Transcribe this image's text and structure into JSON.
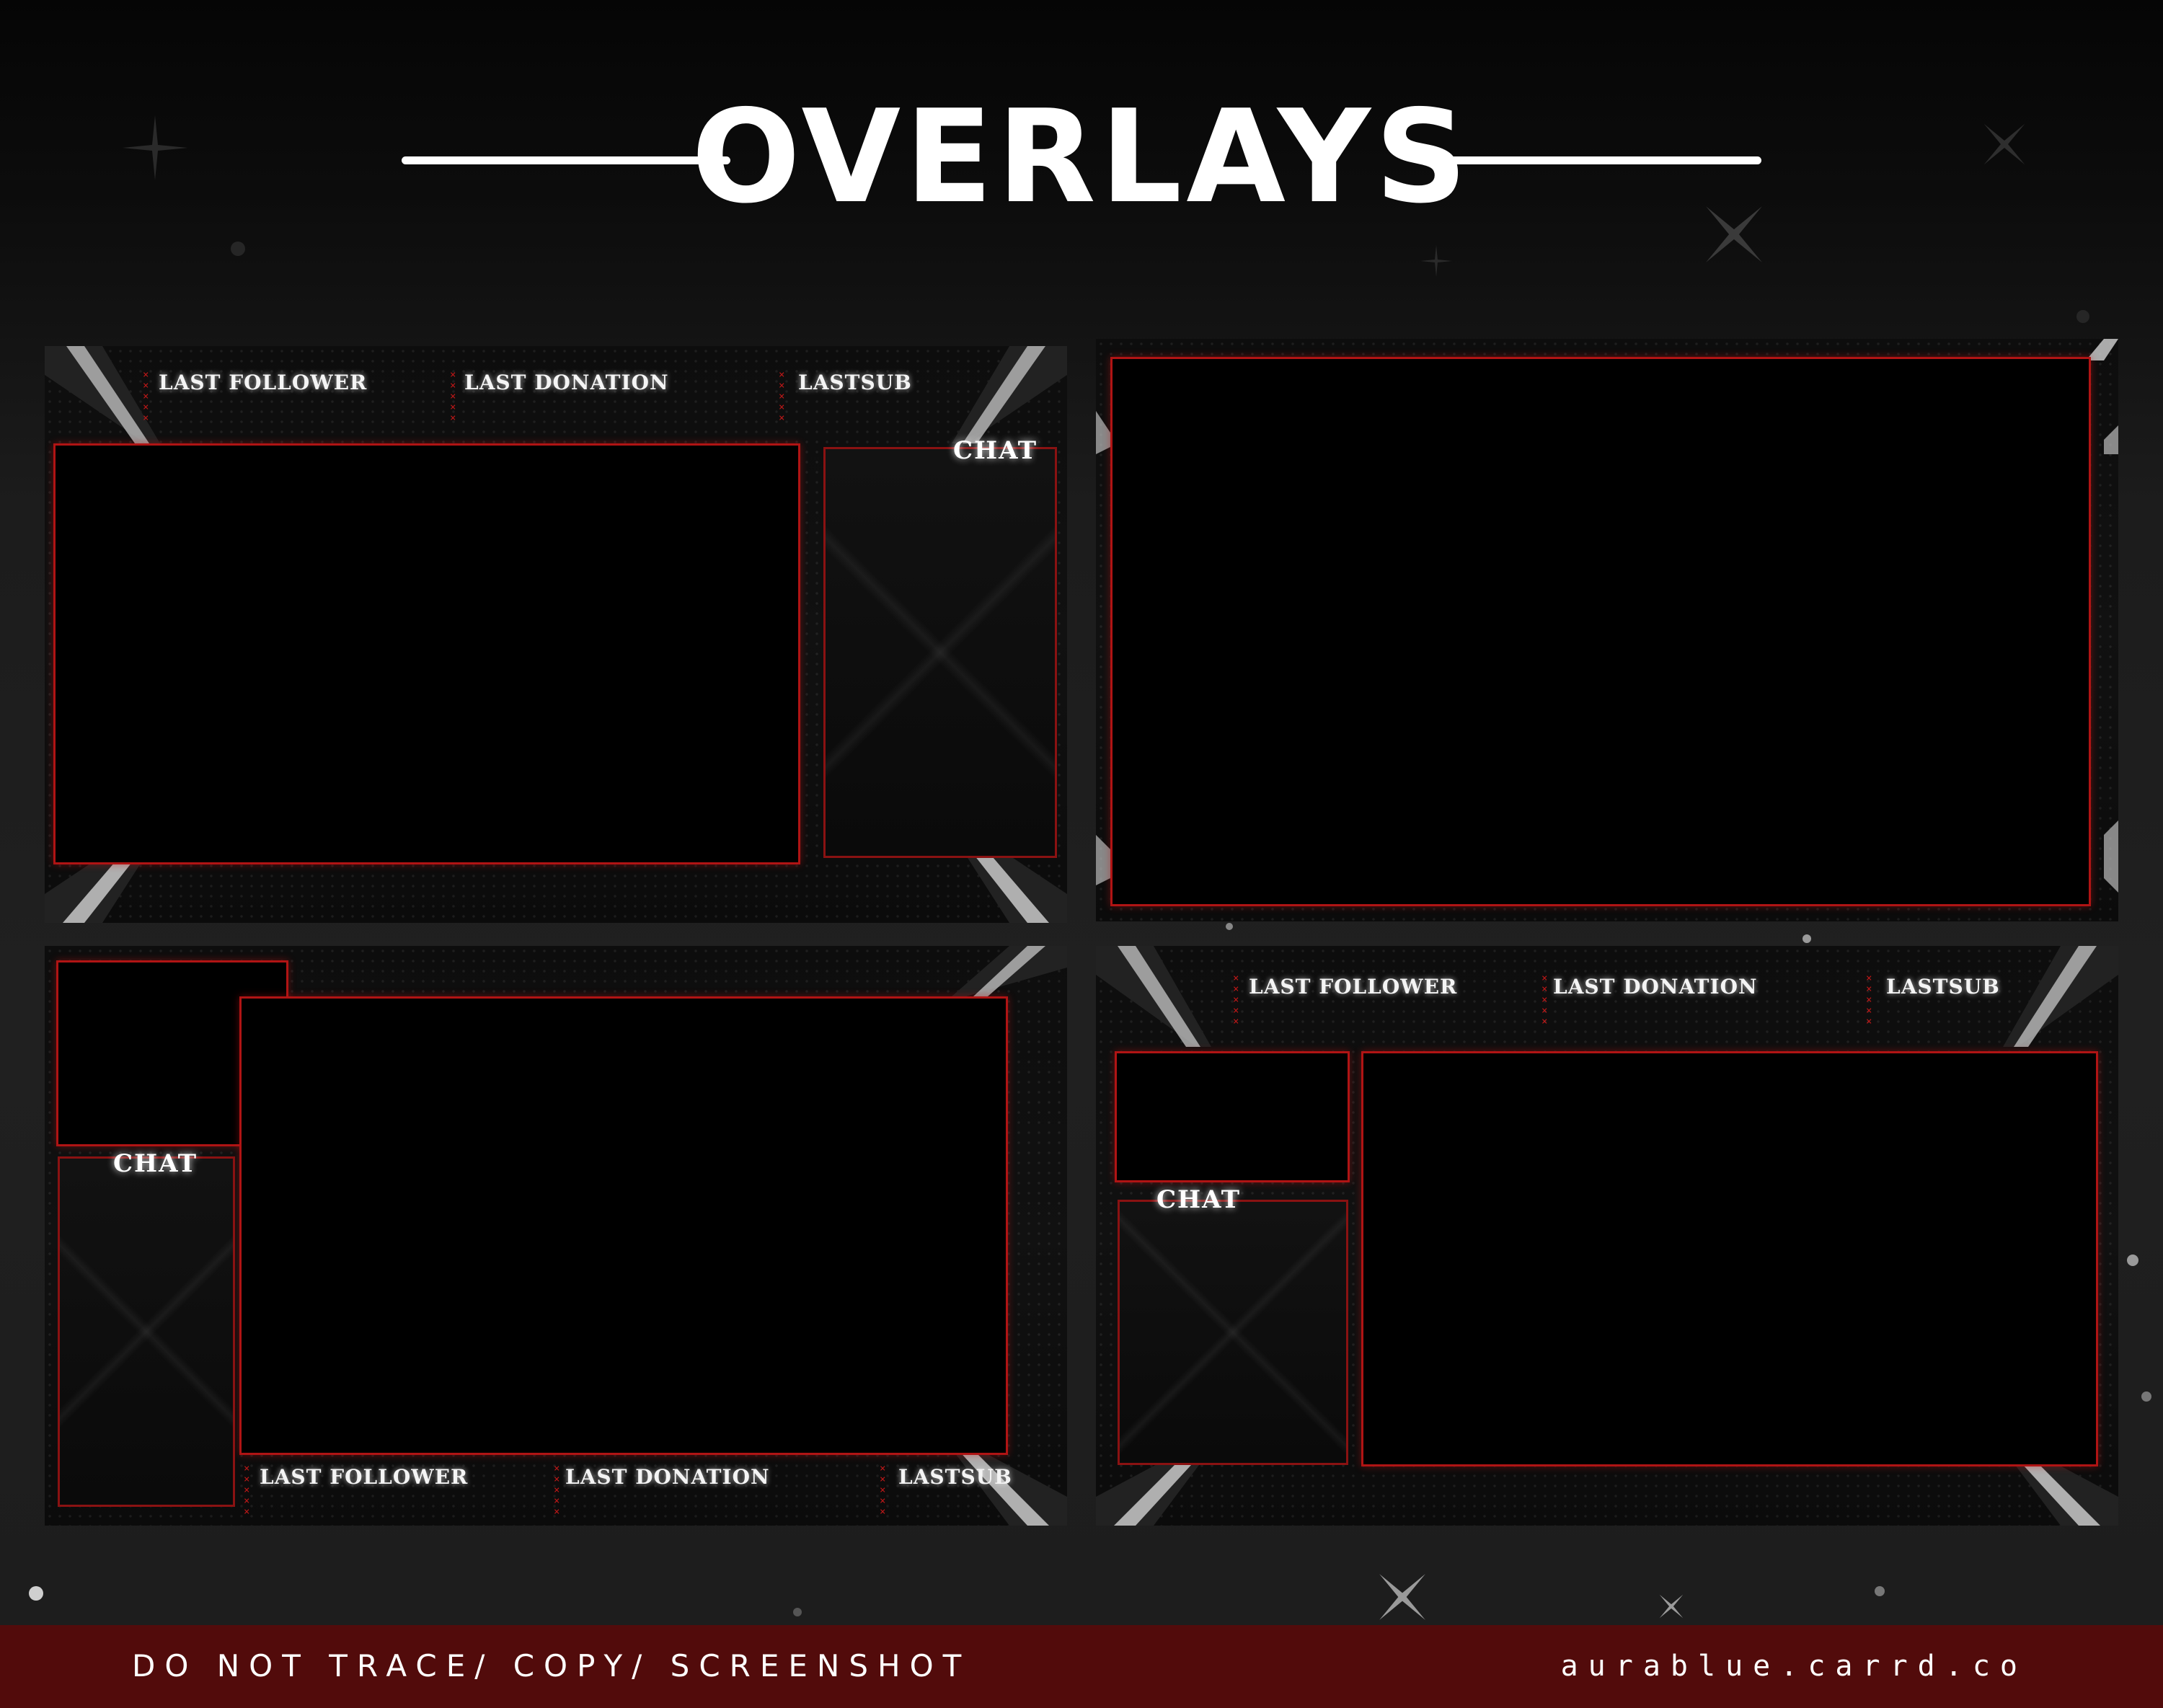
{
  "title": "OVERLAYS",
  "colors": {
    "accent_red": "#b01414",
    "footer_bg": "#520b0b",
    "text": "#ffffff"
  },
  "panels": [
    {
      "stats": [
        "LAST FOLLOWER",
        "LAST DONATION",
        "LASTSUB"
      ],
      "chat_label": "CHAT"
    },
    {},
    {
      "stats": [
        "LAST FOLLOWER",
        "LAST DONATION",
        "LASTSUB"
      ],
      "chat_label": "CHAT"
    },
    {
      "stats": [
        "LAST FOLLOWER",
        "LAST DONATION",
        "LASTSUB"
      ],
      "chat_label": "CHAT"
    }
  ],
  "footer": {
    "warning": "DO NOT TRACE/ COPY/ SCREENSHOT",
    "site": "aurablue.carrd.co"
  }
}
